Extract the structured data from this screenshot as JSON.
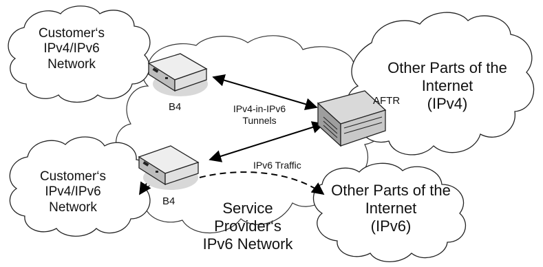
{
  "clouds": {
    "customer_top": [
      "Customer‘s",
      "IPv4/IPv6",
      "Network"
    ],
    "customer_bottom": [
      "Customer‘s",
      "IPv4/IPv6",
      "Network"
    ],
    "internet_v4": [
      "Other Parts of the",
      "Internet",
      "(IPv4)"
    ],
    "internet_v6": [
      "Other Parts of the",
      "Internet",
      "(IPv6)"
    ],
    "service_provider": [
      "Service",
      "Provider‘s",
      "IPv6 Network"
    ]
  },
  "devices": {
    "b4_top": "B4",
    "b4_bottom": "B4",
    "aftr": "AFTR"
  },
  "links": {
    "tunnels": [
      "IPv4-in-IPv6",
      "Tunnels"
    ],
    "ipv6_traffic": "IPv6 Traffic"
  }
}
